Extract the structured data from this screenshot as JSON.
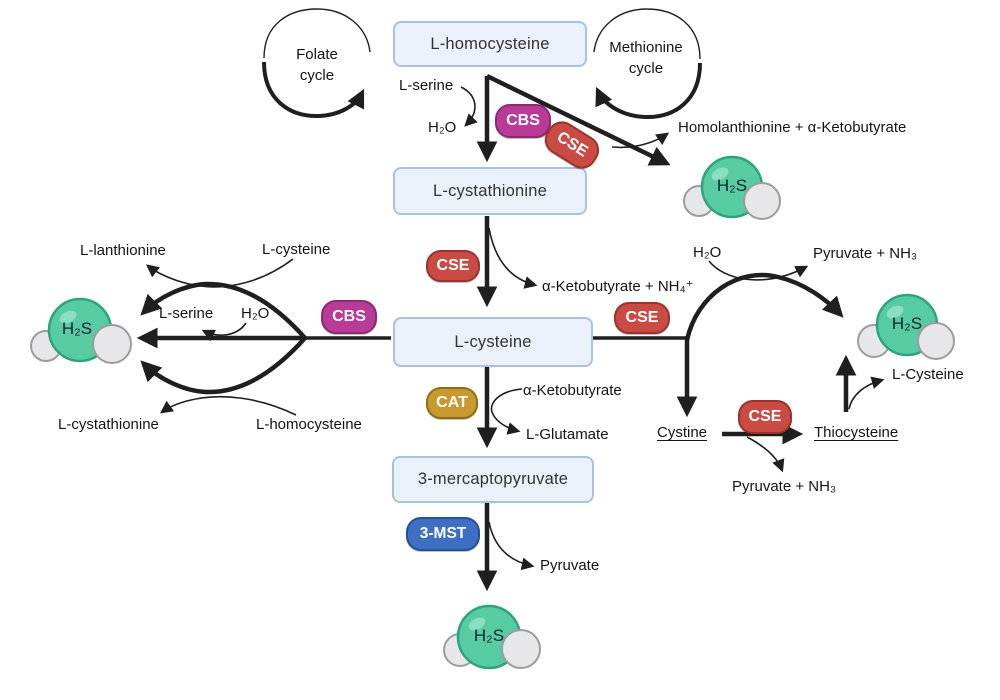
{
  "diagram": {
    "boxes": {
      "homocysteine": "L-homocysteine",
      "cystathionine": "L-cystathionine",
      "cysteine": "L-cysteine",
      "mercaptopyruvate": "3-mercaptopyruvate"
    },
    "cycles": {
      "folate": "Folate cycle",
      "methionine": "Methionine cycle"
    },
    "enzymes": {
      "cbs_top": "CBS",
      "cse_top": "CSE",
      "cse_mid": "CSE",
      "cbs_left": "CBS",
      "cse_right": "CSE",
      "cse_cystine": "CSE",
      "cat": "CAT",
      "mst": "3-MST"
    },
    "labels": {
      "serine_top": "L-serine",
      "water_top": "H₂O",
      "homolanthionine": "Homolanthionine + α-Ketobutyrate",
      "ketobutyrate_nh4": "α-Ketobutyrate + NH₄⁺",
      "water_right": "H₂O",
      "pyruvate_nh3_right": "Pyruvate + NH₃",
      "cysteine_right": "L-Cysteine",
      "cystine": "Cystine",
      "thiocysteine": "Thiocysteine",
      "pyruvate_nh3_bottom": "Pyruvate + NH₃",
      "ketobutyrate_mid": "α-Ketobutyrate",
      "glutamate": "L-Glutamate",
      "pyruvate_bottom": "Pyruvate",
      "lanthionine": "L-lanthionine",
      "cysteine_left": "L-cysteine",
      "serine_left": "L-serine",
      "water_left": "H₂O",
      "cystathionine_left": "L-cystathionine",
      "homocysteine_left": "L-homocysteine"
    },
    "molecules": {
      "h2s": "H₂S"
    },
    "colors": {
      "box_fill": "#EAF1FB",
      "box_border": "#A6C3E6",
      "cbs_fill": "#B93A97",
      "cbs_border": "#8C2A72",
      "cse_fill": "#C94B43",
      "cse_border": "#9B332D",
      "cat_fill": "#C8992E",
      "cat_border": "#8F6D14",
      "mst_fill": "#3E6FC3",
      "mst_border": "#23519E",
      "h2s_ball_fill": "#57CBA2",
      "h2s_ball_border": "#2FA37D",
      "water_ball_fill": "#E7E7E9",
      "water_ball_border": "#9C9CA0",
      "arrow": "#1F1F1F"
    }
  }
}
